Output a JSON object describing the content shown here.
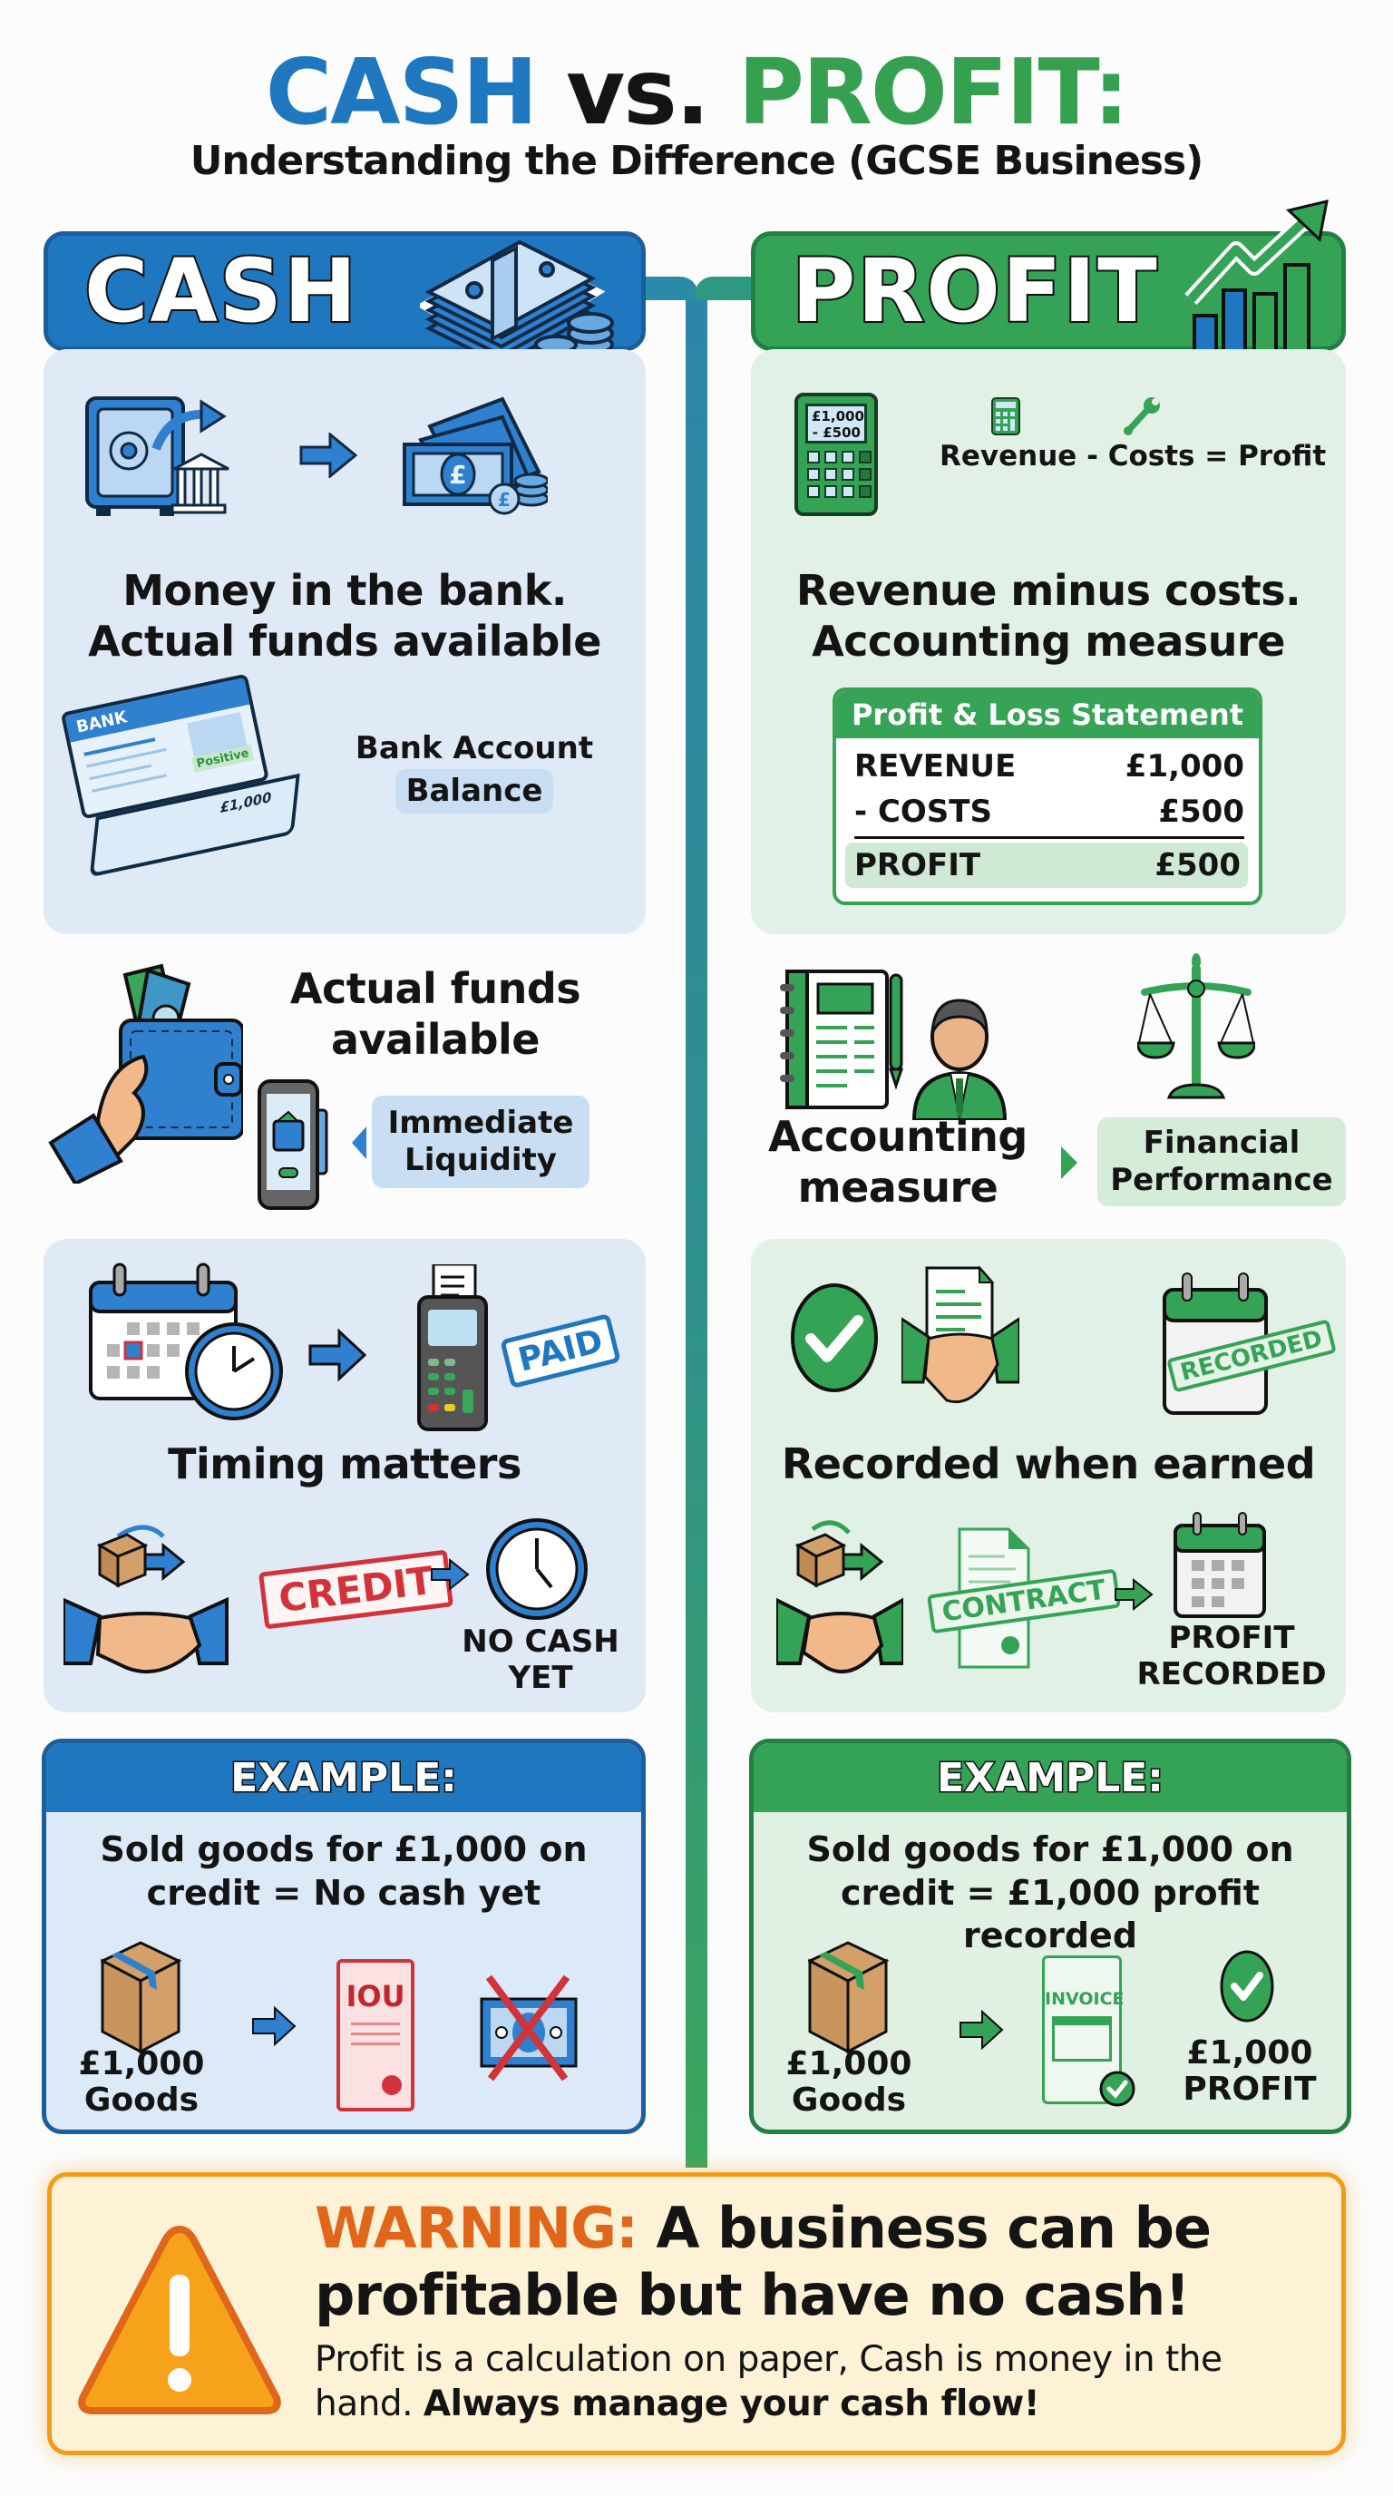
{
  "header": {
    "title_cash": "CASH",
    "title_vs": "vs.",
    "title_profit": "PROFIT:",
    "subtitle": "Understanding the Difference (GCSE Business)"
  },
  "colors": {
    "cash_blue": "#1f77c0",
    "profit_green": "#35a150",
    "warning_orange": "#e0661a",
    "warning_border": "#f39b16",
    "credit_red": "#d2323a"
  },
  "cash": {
    "banner": "CASH",
    "panel1": {
      "headline_line1": "Money in the bank.",
      "headline_line2": "Actual funds available",
      "laptop_bank_label": "BANK",
      "laptop_positive_label": "Positive",
      "laptop_amount": "£1,000",
      "caption_line1": "Bank Account",
      "caption_line2": "Balance"
    },
    "panel2": {
      "headline_line1": "Actual funds",
      "headline_line2": "available",
      "chip_line1": "Immediate",
      "chip_line2": "Liquidity"
    },
    "panel3": {
      "stamp_paid": "PAID",
      "headline": "Timing matters",
      "stamp_credit": "CREDIT",
      "caption_line1": "NO CASH",
      "caption_line2": "YET"
    },
    "example": {
      "heading": "EXAMPLE:",
      "text_line1": "Sold goods for £1,000 on",
      "text_line2": "credit = No cash yet",
      "goods_line1": "£1,000",
      "goods_line2": "Goods",
      "iou_label": "IOU"
    }
  },
  "profit": {
    "banner": "PROFIT",
    "panel1": {
      "calc_line1": "£1,000",
      "calc_line2": "- £500",
      "formula": "Revenue - Costs = Profit",
      "headline_line1": "Revenue minus costs.",
      "headline_line2": "Accounting measure",
      "statement": {
        "title": "Profit & Loss Statement",
        "rows": [
          {
            "label": "REVENUE",
            "value": "£1,000"
          },
          {
            "label": "- COSTS",
            "value": "£500"
          }
        ],
        "total": {
          "label": "PROFIT",
          "value": "£500"
        }
      }
    },
    "panel2": {
      "headline_line1": "Accounting",
      "headline_line2": "measure",
      "chip_line1": "Financial",
      "chip_line2": "Performance"
    },
    "panel3": {
      "stamp_recorded": "RECORDED",
      "headline": "Recorded when earned",
      "stamp_contract": "CONTRACT",
      "caption_line1": "PROFIT",
      "caption_line2": "RECORDED"
    },
    "example": {
      "heading": "EXAMPLE:",
      "text_line1": "Sold goods for £1,000 on",
      "text_line2": "credit = £1,000 profit recorded",
      "goods_line1": "£1,000",
      "goods_line2": "Goods",
      "invoice_label": "INVOICE",
      "result_line1": "£1,000",
      "result_line2": "PROFIT"
    }
  },
  "warning": {
    "label": "WARNING:",
    "headline_rest": " A business can be profitable but have no cash!",
    "body_plain": "Profit is a calculation on paper, Cash is money in the hand. ",
    "body_strong": "Always manage your cash flow!"
  }
}
